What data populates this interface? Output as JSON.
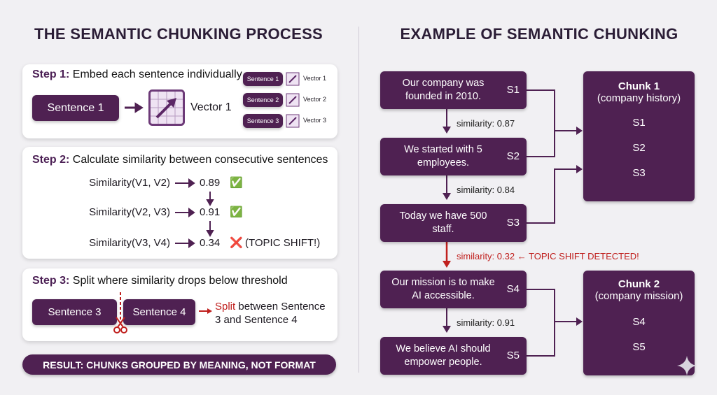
{
  "left": {
    "title": "THE SEMANTIC CHUNKING PROCESS",
    "step1": {
      "label": "Step 1:",
      "text": "Embed each sentence individually",
      "sentence": "Sentence 1",
      "vector": "Vector 1",
      "mini": [
        {
          "sentence": "Sentence 1",
          "vector": "Vector 1"
        },
        {
          "sentence": "Sentence 2",
          "vector": "Vector 2"
        },
        {
          "sentence": "Sentence 3",
          "vector": "Vector 3"
        }
      ]
    },
    "step2": {
      "label": "Step 2:",
      "text": "Calculate similarity between consecutive sentences",
      "rows": [
        {
          "expr": "Similarity(V1, V2)",
          "value": "0.89",
          "mark": "✅",
          "note": ""
        },
        {
          "expr": "Similarity(V2, V3)",
          "value": "0.91",
          "mark": "✅",
          "note": ""
        },
        {
          "expr": "Similarity(V3, V4)",
          "value": "0.34",
          "mark": "❌",
          "note": "(TOPIC SHIFT!)"
        }
      ]
    },
    "step3": {
      "label": "Step 3:",
      "text": "Split where similarity drops below threshold",
      "a": "Sentence 3",
      "b": "Sentence 4",
      "split_word": "Split",
      "split_rest": " between Sentence",
      "split_line2": "3 and Sentence 4"
    },
    "result": "RESULT: CHUNKS GROUPED BY MEANING, NOT FORMAT"
  },
  "right": {
    "title": "EXAMPLE OF SEMANTIC CHUNKING",
    "sentences": [
      {
        "text": "Our company was founded in 2010.",
        "id": "S1"
      },
      {
        "text": "We started with 5 employees.",
        "id": "S2"
      },
      {
        "text": "Today we have 500 staff.",
        "id": "S3"
      },
      {
        "text": "Our mission is to make AI accessible.",
        "id": "S4"
      },
      {
        "text": "We believe AI should empower people.",
        "id": "S5"
      }
    ],
    "similarities": [
      "similarity: 0.87",
      "similarity: 0.84",
      "similarity: 0.32 ← TOPIC SHIFT DETECTED!",
      "similarity: 0.91"
    ],
    "chunks": [
      {
        "title": "Chunk 1",
        "subtitle": "(company history)",
        "items": [
          "S1",
          "S2",
          "S3"
        ]
      },
      {
        "title": "Chunk 2",
        "subtitle": "(company mission)",
        "items": [
          "S4",
          "S5"
        ]
      }
    ]
  },
  "colors": {
    "purple": "#4f2152",
    "alert": "#c0201e",
    "check": "#3aa04a"
  }
}
